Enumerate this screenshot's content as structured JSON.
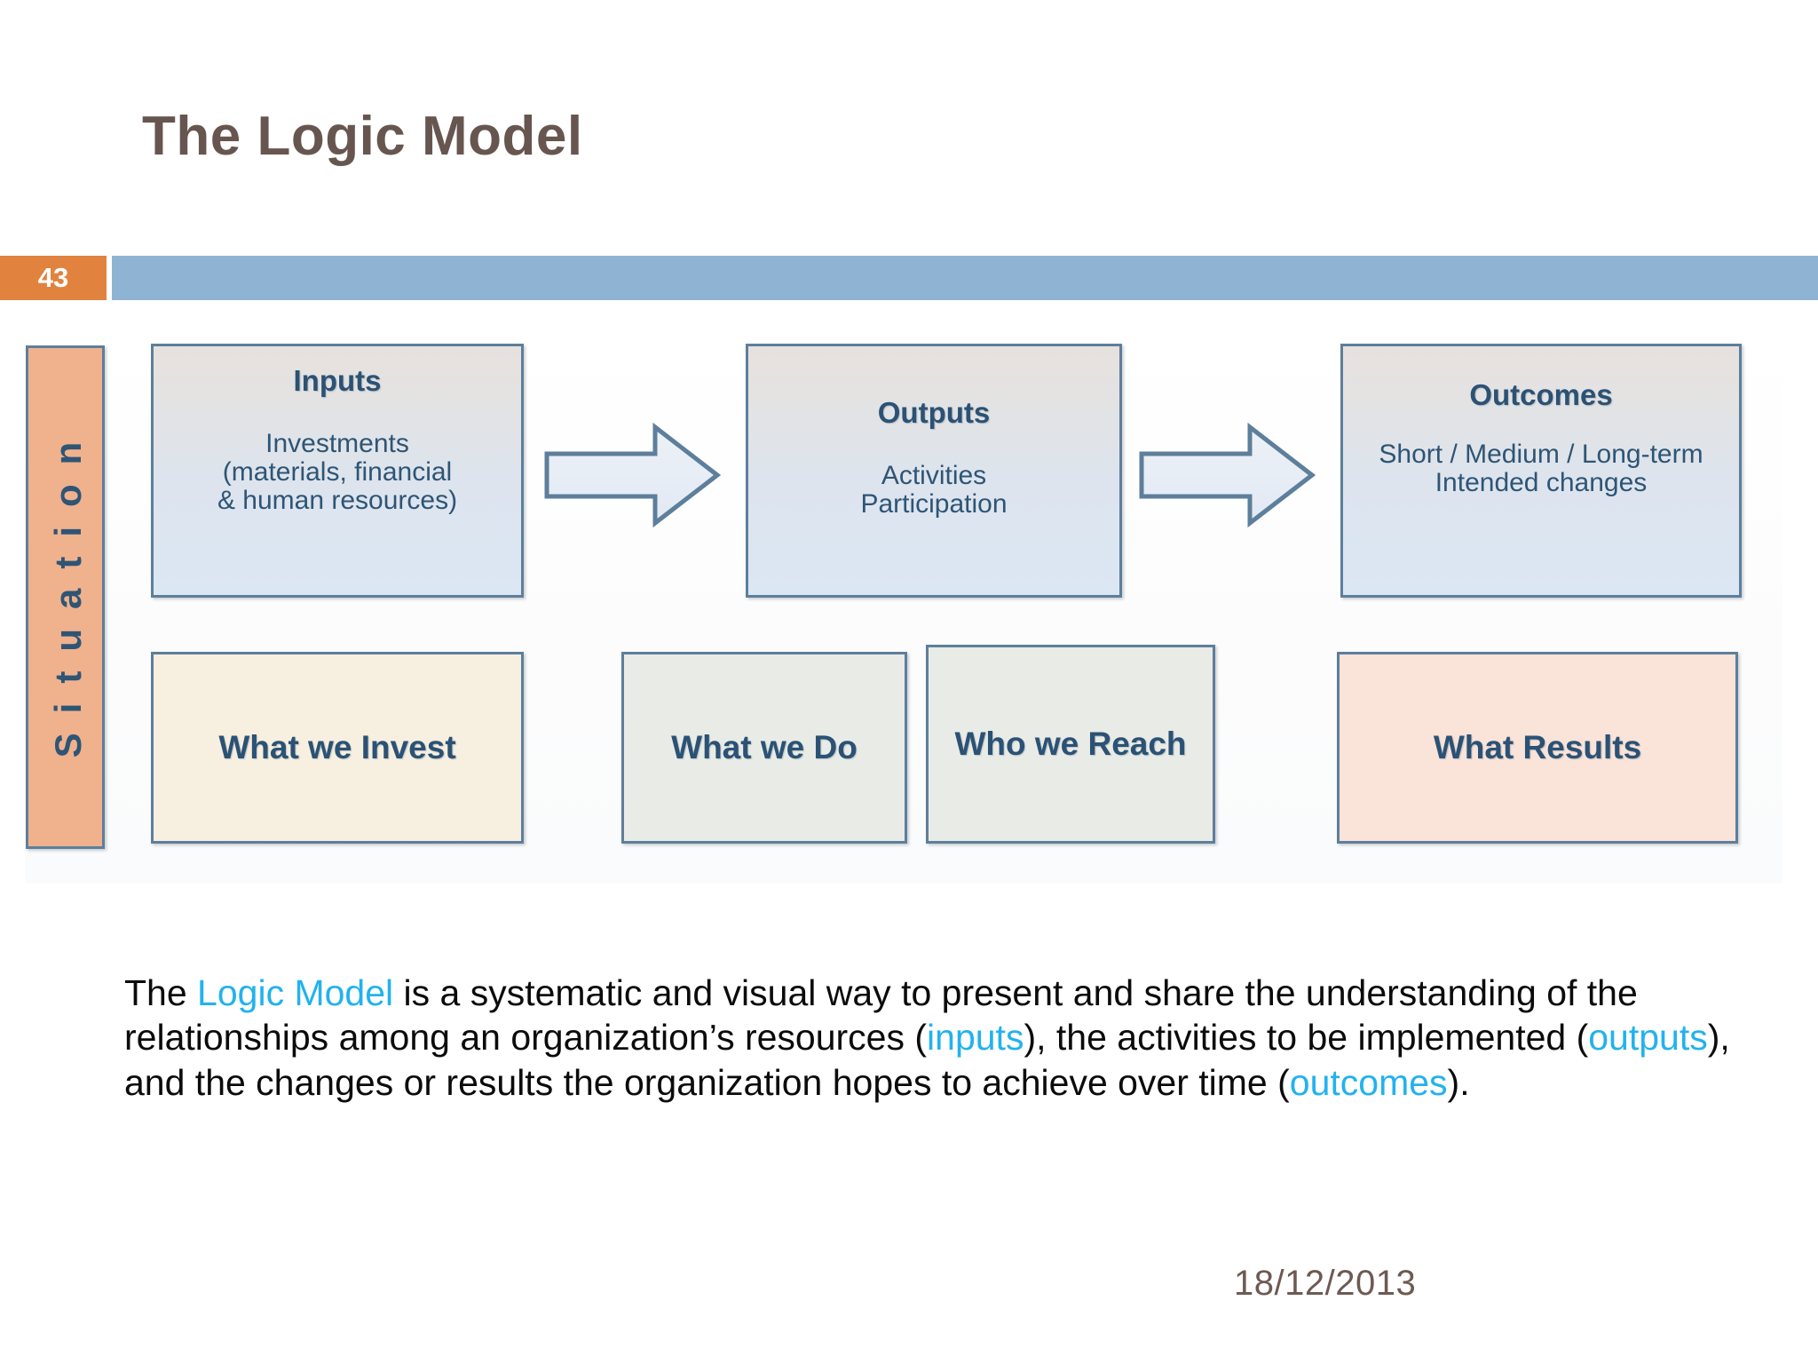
{
  "slide": {
    "title": "The Logic Model",
    "page_number": "43",
    "date": "18/12/2013"
  },
  "colors": {
    "badge_orange": "#e1833f",
    "header_blue": "#8fb4d3",
    "title_brown": "#675650",
    "box_border": "#5d7f9b",
    "box_text_blue": "#2b5275",
    "situation_fill": "#f0b18d",
    "invest_fill": "#f7efdf",
    "do_fill": "#e9ece6",
    "reach_fill": "#e9ece6",
    "results_fill": "#fae3d8",
    "highlight_cyan": "#22b2ee",
    "date_brown": "#6d5a52"
  },
  "diagram": {
    "situation_label": "Situation",
    "top_row": [
      {
        "id": "inputs",
        "title": "Inputs",
        "subtitle": "Investments\n(materials, financial\n& human resources)"
      },
      {
        "id": "outputs",
        "title": "Outputs",
        "subtitle": "Activities\nParticipation"
      },
      {
        "id": "outcomes",
        "title": "Outcomes",
        "subtitle": "Short / Medium / Long-term\nIntended changes"
      }
    ],
    "bottom_row": [
      {
        "id": "invest",
        "label": "What we Invest"
      },
      {
        "id": "do",
        "label": "What we Do"
      },
      {
        "id": "reach",
        "label": "Who we Reach"
      },
      {
        "id": "results",
        "label": "What Results"
      }
    ],
    "arrows": [
      {
        "id": "arrow-inputs-to-outputs",
        "direction": "right"
      },
      {
        "id": "arrow-outputs-to-outcomes",
        "direction": "right"
      }
    ]
  },
  "paragraph": {
    "seg_1": "The ",
    "term_1": "Logic Model",
    "seg_2": " is a systematic and visual way to present and share the understanding of the relationships among an organization’s resources (",
    "term_2": "inputs",
    "seg_3": "), the activities to be implemented (",
    "term_3": "outputs",
    "seg_4": "), and the changes or results the organization hopes to achieve over time (",
    "term_4": "outcomes",
    "seg_5": ")."
  }
}
